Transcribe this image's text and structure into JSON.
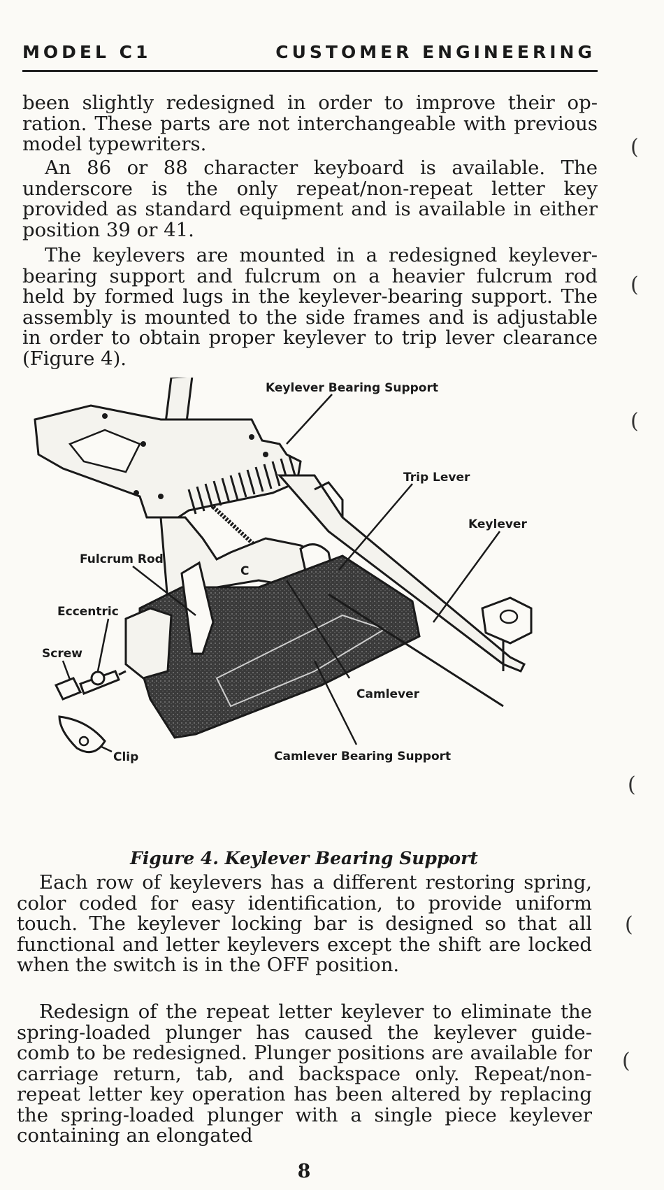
{
  "header": {
    "left": "MODEL C1",
    "right": "CUSTOMER ENGINEERING"
  },
  "paragraphs": [
    "been slightly redesigned in order to improve their op­ration. These parts are not interchangeable with previous model typewriters.",
    "An 86 or 88 character keyboard is available. The underscore is the only repeat/non-repeat letter key provided as standard equipment and is available in either position 39 or 41.",
    "The keylevers are mounted in a redesigned key­lever-bearing support and fulcrum on a heavier ful­crum rod held by formed lugs in the keylever-bear­ing support. The assembly is mounted to the side frames and is adjustable in order to obtain proper keylever to trip lever clearance (Figure 4).",
    "Each row of keylevers has a different restoring spring, color coded for easy identification, to provide uniform touch. The keylever locking bar is designed so that all functional and letter keylevers except the shift are locked when the switch is in the OFF po­sition.",
    "Redesign of the repeat letter keylever to eliminate the spring-loaded plunger has caused the keylever guide-comb to be redesigned. Plunger positions are available for carriage return, tab, and backspace only. Repeat/non-repeat letter key operation has been altered by replacing the spring-loaded plunger with a single piece keylever containing an elongated"
  ],
  "figure": {
    "labels": {
      "keylever_bearing_support": "Keylever Bearing Support",
      "trip_lever": "Trip Lever",
      "keylever": "Keylever",
      "fulcrum_rod": "Fulcrum Rod",
      "eccentric": "Eccentric",
      "screw": "Screw",
      "camlever": "Camlever",
      "clip": "Clip",
      "camlever_bearing_support": "Camlever Bearing Support",
      "c": "C"
    },
    "caption": "Figure 4.   Keylever Bearing Support"
  },
  "page_number": "8"
}
